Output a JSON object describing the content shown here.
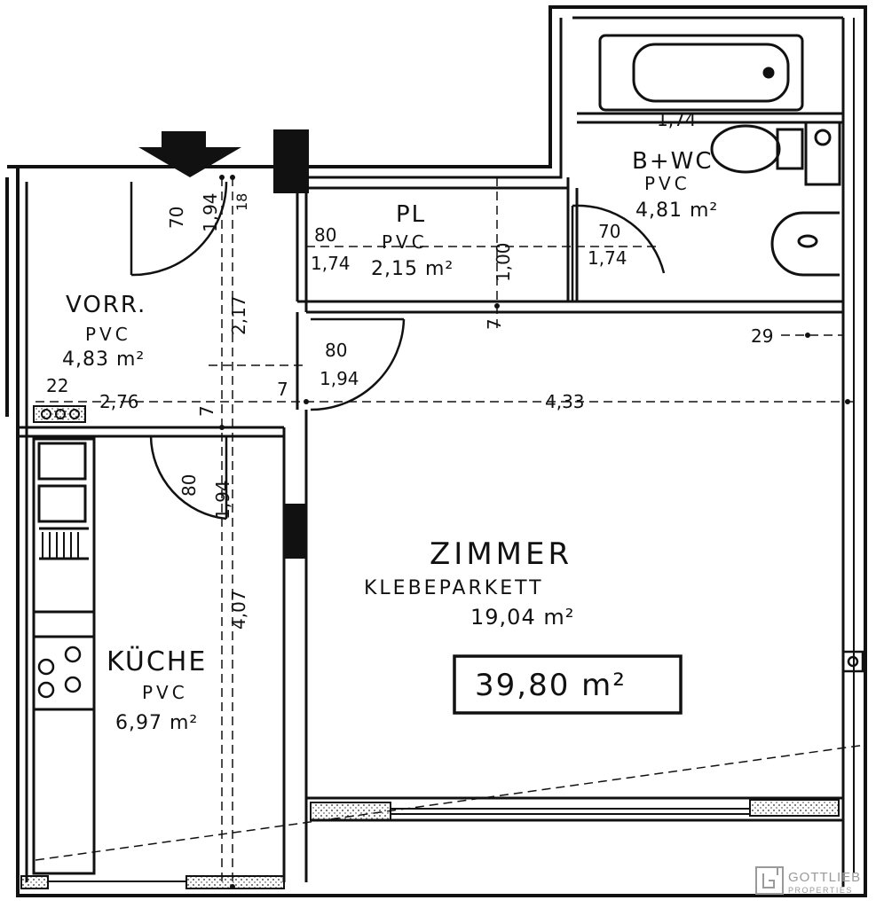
{
  "rooms": {
    "vorr": {
      "name": "VORR.",
      "floor": "PVC",
      "area": "4,83 m²"
    },
    "pl": {
      "name": "PL",
      "floor": "PVC",
      "area": "2,15 m²"
    },
    "bwc": {
      "name": "B+WC",
      "floor": "PVC",
      "area": "4,81 m²"
    },
    "zimmer": {
      "name": "ZIMMER",
      "floor": "KLEBEPARKETT",
      "area": "19,04 m²"
    },
    "kuche": {
      "name": "KÜCHE",
      "floor": "PVC",
      "area": "6,97 m²"
    }
  },
  "total_area": "39,80 m²",
  "dimensions": {
    "d_174_top": "1,74",
    "d_70_entry": "70",
    "d_194_entry": "1,94",
    "d_18": "18",
    "d_80_pl": "80",
    "d_174_pl": "1,74",
    "d_100": "1,00",
    "d_70_bath": "70",
    "d_174_bath": "1,74",
    "d_217": "2,17",
    "d_80_zim": "80",
    "d_194_zim": "1,94",
    "d_22": "22",
    "d_276": "2,76",
    "d_7a": "7",
    "d_7b": "7",
    "d_7c": "7",
    "d_433": "4,33",
    "d_29": "29",
    "d_80_kue": "80",
    "d_194_kue": "1,94",
    "d_407": "4,07"
  },
  "logo": {
    "line1": "GOTTLIEB",
    "line2": "PROPERTIES"
  },
  "icons": [
    "entrance-arrow-icon",
    "bathtub-icon",
    "toilet-icon",
    "washbasin-icon",
    "stove-icon",
    "sink-icon",
    "logo-icon"
  ]
}
